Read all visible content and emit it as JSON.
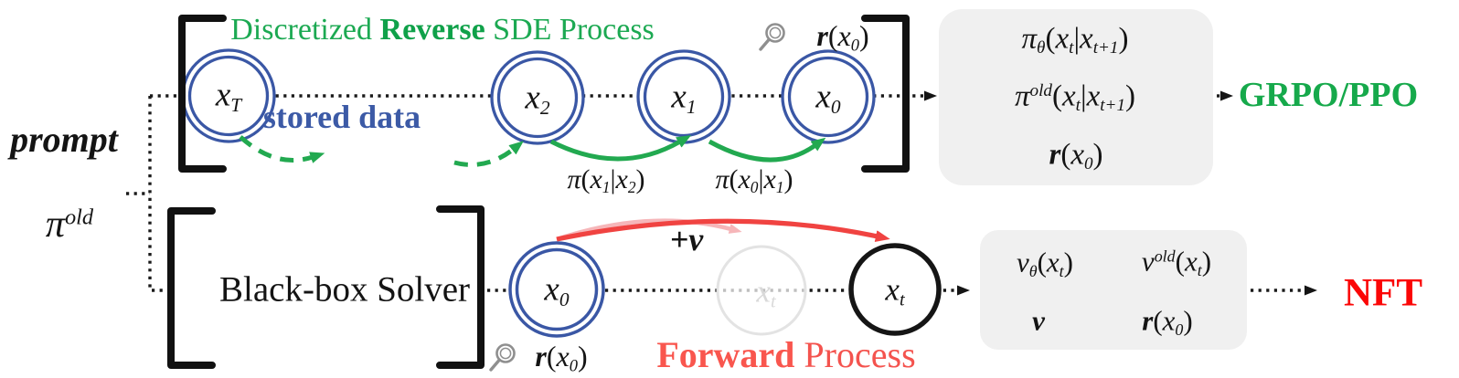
{
  "colors": {
    "green": "#22a950",
    "green_text": "#1ca952",
    "blue": "#3a57a5",
    "blue_text": "#3c5aa6",
    "red": "#f04341",
    "red_faded": "#f6b6b9",
    "red_soft": "#f4534e",
    "nft_red": "#fb0606",
    "box_gray": "#f0f0f0",
    "ghost_gray": "#e3e3e3",
    "black": "#151515",
    "magnifier_gray": "#8f8f8f"
  },
  "icons": {
    "reward_top": "magnifier-icon",
    "reward_bottom": "magnifier-icon",
    "arrowhead": "arrowhead-icon"
  },
  "labels": {
    "prompt": "prompt",
    "title_pre": "Discretized ",
    "title_bold": "Reverse",
    "title_post": " SDE Process",
    "stored_data": "stored data",
    "black_box_solver": "Black-box Solver",
    "forward_bold": "Forward",
    "forward_post": " Process",
    "grpo": "GRPO/PPO",
    "nft": "NFT"
  },
  "formulas": {
    "pi_old_left": [
      [
        "i",
        "π"
      ],
      [
        "sup",
        "old"
      ]
    ],
    "x_T": [
      [
        "i",
        "x"
      ],
      [
        "sub",
        "T"
      ]
    ],
    "x_2": [
      [
        "i",
        "x"
      ],
      [
        "sub",
        "2"
      ]
    ],
    "x_1": [
      [
        "i",
        "x"
      ],
      [
        "sub",
        "1"
      ]
    ],
    "x_0": [
      [
        "i",
        "x"
      ],
      [
        "sub",
        "0"
      ]
    ],
    "x_t": [
      [
        "i",
        "x"
      ],
      [
        "sub",
        "t"
      ]
    ],
    "reward": [
      [
        "bi",
        "r"
      ],
      [
        "n",
        "("
      ],
      [
        "i",
        "x"
      ],
      [
        "sub",
        "0"
      ],
      [
        "n",
        ")"
      ]
    ],
    "pi_x1_x2": [
      [
        "i",
        "π"
      ],
      [
        "n",
        "("
      ],
      [
        "i",
        "x"
      ],
      [
        "sub",
        "1"
      ],
      [
        "n",
        "|"
      ],
      [
        "i",
        "x"
      ],
      [
        "sub",
        "2"
      ],
      [
        "n",
        ")"
      ]
    ],
    "pi_x0_x1": [
      [
        "i",
        "π"
      ],
      [
        "n",
        "("
      ],
      [
        "i",
        "x"
      ],
      [
        "sub",
        "0"
      ],
      [
        "n",
        "|"
      ],
      [
        "i",
        "x"
      ],
      [
        "sub",
        "1"
      ],
      [
        "n",
        ")"
      ]
    ],
    "box1_line1": [
      [
        "i",
        "π"
      ],
      [
        "sub",
        "θ"
      ],
      [
        "n",
        "("
      ],
      [
        "i",
        "x"
      ],
      [
        "sub",
        "t"
      ],
      [
        "n",
        "|"
      ],
      [
        "i",
        "x"
      ],
      [
        "sub",
        "t+1"
      ],
      [
        "n",
        ")"
      ]
    ],
    "box1_line2": [
      [
        "i",
        "π"
      ],
      [
        "sup",
        "old"
      ],
      [
        "n",
        "("
      ],
      [
        "i",
        "x"
      ],
      [
        "sub",
        "t"
      ],
      [
        "n",
        "|"
      ],
      [
        "i",
        "x"
      ],
      [
        "sub",
        "t+1"
      ],
      [
        "n",
        ")"
      ]
    ],
    "plus_v": [
      [
        "bi",
        "+v"
      ]
    ],
    "v_theta": [
      [
        "i",
        "v"
      ],
      [
        "sub",
        "θ"
      ],
      [
        "n",
        "("
      ],
      [
        "i",
        "x"
      ],
      [
        "sub",
        "t"
      ],
      [
        "n",
        ")"
      ]
    ],
    "v_old": [
      [
        "i",
        "v"
      ],
      [
        "sup",
        "old"
      ],
      [
        "n",
        "("
      ],
      [
        "i",
        "x"
      ],
      [
        "sub",
        "t"
      ],
      [
        "n",
        ")"
      ]
    ],
    "v_bold": [
      [
        "bi",
        "v"
      ]
    ]
  }
}
